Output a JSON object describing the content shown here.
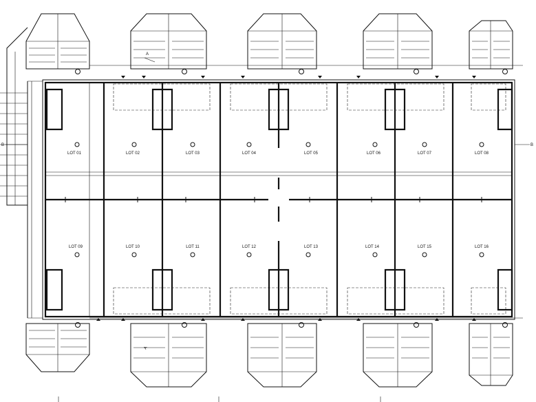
{
  "plan": {
    "lots_top": [
      "LOT 01",
      "LOT 02",
      "LOT 03",
      "LOT 04",
      "LOT 05",
      "LOT 06",
      "LOT 07",
      "LOT 08"
    ],
    "lots_bottom": [
      "LOT 09",
      "LOT 10",
      "LOT 11",
      "LOT 12",
      "LOT 13",
      "LOT 14",
      "LOT 15",
      "LOT 16"
    ],
    "section_markers": {
      "a": "A",
      "b_left": "B",
      "b_right": "B",
      "a_bottom": "A"
    }
  }
}
